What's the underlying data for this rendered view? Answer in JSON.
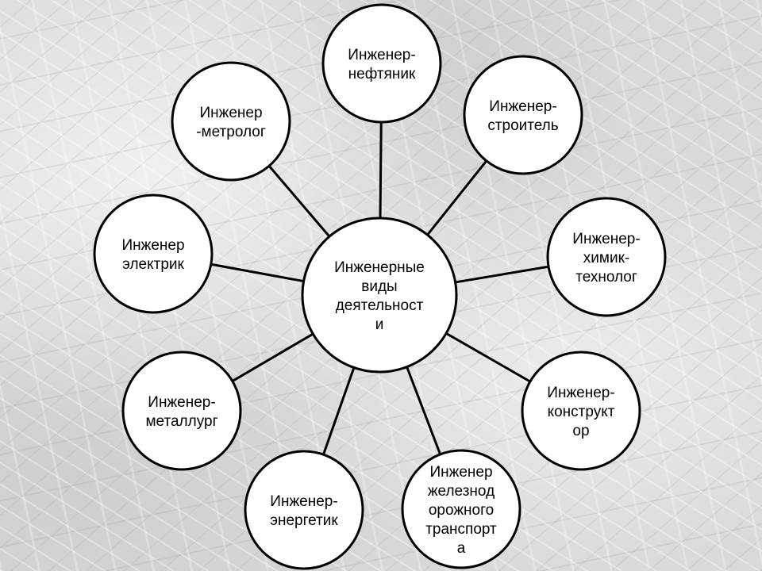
{
  "background_color": "#d9d9d9",
  "diagram": {
    "center": {
      "id": "center",
      "lines": [
        "Инженерные",
        "виды",
        "деятельност",
        "и"
      ]
    },
    "nodes": [
      {
        "id": "neftyanik",
        "lines": [
          "Инженер-",
          "нефтяник"
        ]
      },
      {
        "id": "stroitel",
        "lines": [
          "Инженер-",
          "строитель"
        ]
      },
      {
        "id": "khimik-tekhnolog",
        "lines": [
          "Инженер-",
          "химик-",
          "технолог"
        ]
      },
      {
        "id": "konstruktor",
        "lines": [
          "Инженер-",
          "конструкт",
          "ор"
        ]
      },
      {
        "id": "zheleznodorozhnogo-transporta",
        "lines": [
          "Инженер",
          "железнод",
          "орожного",
          "транспорт",
          "а"
        ]
      },
      {
        "id": "energetik",
        "lines": [
          "Инженер-",
          "энергетик"
        ]
      },
      {
        "id": "metallurg",
        "lines": [
          "Инженер-",
          "металлург"
        ]
      },
      {
        "id": "elektrik",
        "lines": [
          "Инженер",
          "электрик"
        ]
      },
      {
        "id": "metrolog",
        "lines": [
          "Инженер",
          "-метролог"
        ]
      }
    ]
  }
}
